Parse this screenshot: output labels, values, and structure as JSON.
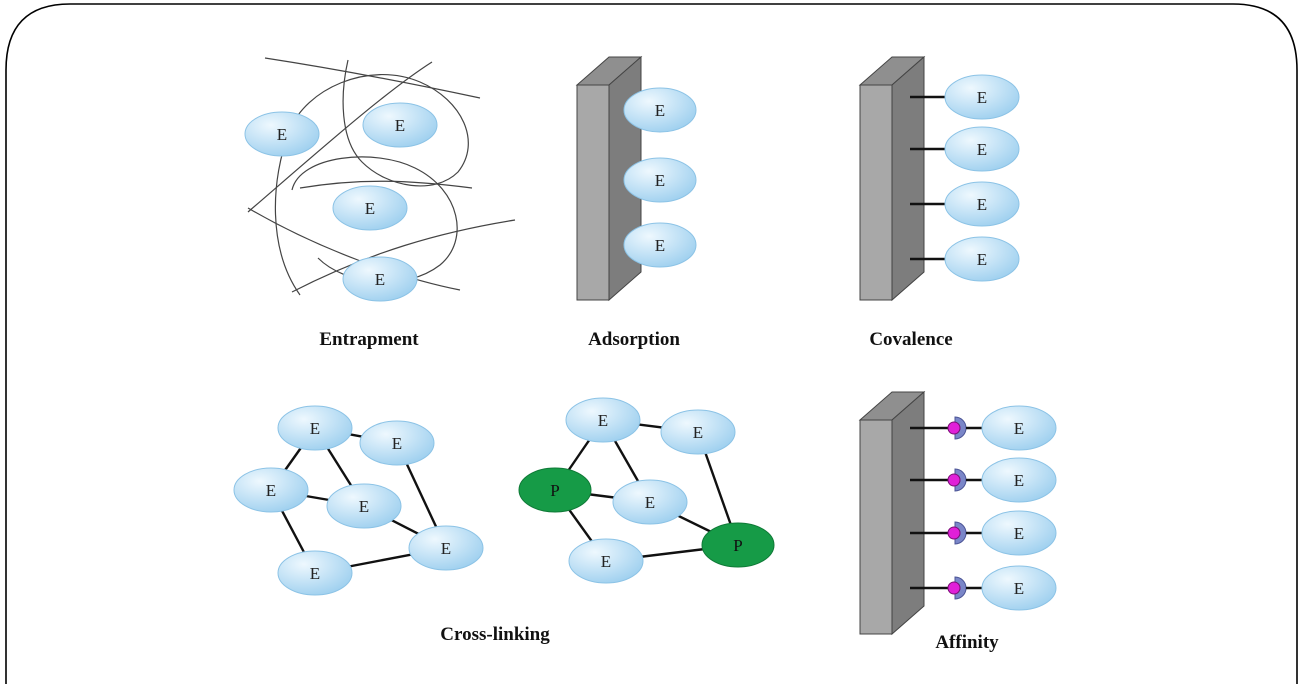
{
  "enzyme_label": "E",
  "polymer_label": "P",
  "panels": {
    "entrapment": {
      "label": "Entrapment"
    },
    "adsorption": {
      "label": "Adsorption"
    },
    "covalence": {
      "label": "Covalence"
    },
    "cross_linking": {
      "label": "Cross-linking"
    },
    "affinity": {
      "label": "Affinity"
    }
  },
  "colors": {
    "enzyme_fill_light": "#ddf0fb",
    "enzyme_fill_dark": "#9fd0ef",
    "enzyme_stroke": "#8cc3e6",
    "polymer_fill": "#169b47",
    "support_front": "#a8a8a8",
    "support_side": "#7d7d7d",
    "support_top": "#8f8f8f",
    "ligand_cup": "#7a86c8",
    "ligand_ball": "#e020d8",
    "frame_stroke": "#000000"
  }
}
